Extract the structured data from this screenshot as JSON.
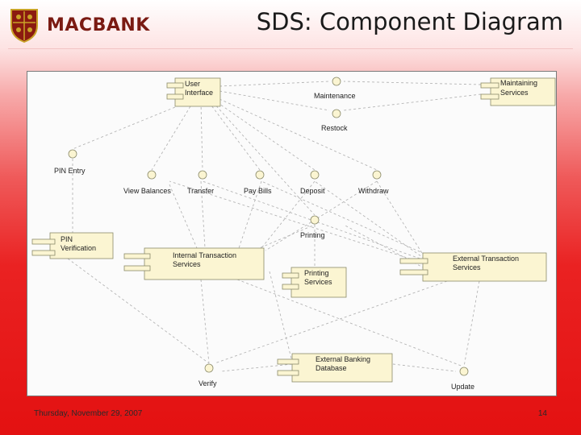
{
  "header": {
    "brand": "MACBANK",
    "title": "SDS: Component Diagram"
  },
  "diagram": {
    "components": {
      "user_interface": [
        "User",
        "Interface"
      ],
      "maintaining_services": [
        "Maintaining",
        "Services"
      ],
      "pin_verification": [
        "PIN",
        "Verification"
      ],
      "internal_transaction_services": [
        "Internal Transaction",
        "Services"
      ],
      "printing_services": [
        "Printing",
        "Services"
      ],
      "external_transaction_services": [
        "External Transaction",
        "Services"
      ],
      "external_banking_database": [
        "External Banking",
        "Database"
      ]
    },
    "interfaces": {
      "maintenance": "Maintenance",
      "restock": "Restock",
      "pin_entry": "PIN Entry",
      "view_balances": "View Balances",
      "transfer": "Transfer",
      "pay_bills": "Pay Bills",
      "deposit": "Deposit",
      "withdraw": "Withdraw",
      "printing": "Printing",
      "verify": "Verify",
      "update": "Update"
    }
  },
  "footer": {
    "date": "Thursday, November 29, 2007",
    "page_number": "14"
  },
  "colors": {
    "component_fill": "#fbf5d2",
    "component_stroke": "#8a8a6a",
    "slide_red": "#e31111",
    "brand_text": "#7a1a12"
  }
}
